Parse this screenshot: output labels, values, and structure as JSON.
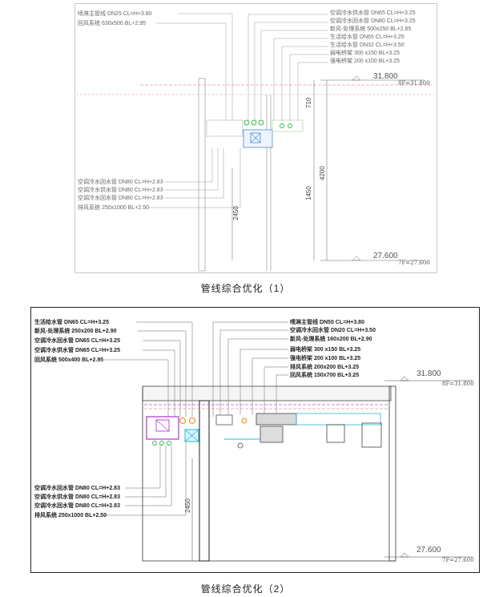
{
  "figure1": {
    "caption": "管线综合优化（1）",
    "labels_top_left": [
      "喷淋主管线 DN25 CL=H+3.80",
      "回风系统 630x500 BL+2.95"
    ],
    "labels_top_right": [
      "空调冷水供水管 DN65 CL=H+3.25",
      "空调冷水回水管 DN80 CL=H+3.25",
      "新风-处理系统 500x250 BL+2.85",
      "生活给水管 DN65 CL=H+3.25",
      "生活给水管 DN32 CL=H+3.50",
      "弱电桥架 300 x150 BL+3.25",
      "强电桥架 200 x100 BL+3.25"
    ],
    "labels_bottom_left": [
      "空调冷水回水管 DN80 CL=H+2.83",
      "空调冷水供水管 DN80 CL=H+2.83",
      "空调冷水回水管 DN80 CL=H+2.83",
      "排风系统 250x1000 BL+2.50"
    ],
    "level_top": "31.800",
    "level_top_tag": "8F=31.800",
    "level_bottom": "27.600",
    "level_bottom_tag": "7F=27.600",
    "dim_710": "710",
    "dim_1450": "1450",
    "dim_4200": "4200",
    "dim_2450": "2450"
  },
  "figure2": {
    "caption": "管线综合优化（2）",
    "labels_top_left": [
      "生活给水管 DN65 CL=H+3.25",
      "新风-处理系统 250x200 BL+2.90",
      "空调冷水回水管 DN65 CL=H+3.25",
      "空调冷水供水管 DN65 CL=H+3.25",
      "回风系统 500x400 BL+2.95"
    ],
    "labels_top_right": [
      "喷淋主管线 DN50 CL=H+3.80",
      "空调冷水回水管 DN20 CL=H+3.50",
      "新风-处理系统 160x200 BL+2.90",
      "弱电桥架 300 x150 BL+3.25",
      "强电桥架 200 x100 BL+3.25",
      "排风系统 200x200 BL+3.25",
      "回风系统 150x700 BL+3.25"
    ],
    "labels_bottom_left": [
      "空调冷水回水管 DN80 CL=H+2.83",
      "空调冷水供水管 DN80 CL=H+2.83",
      "空调冷水回水管 DN80 CL=H+2.83",
      "排风系统 250x1000 BL+2.50"
    ],
    "level_top": "31.800",
    "level_top_tag": "8F=31.800",
    "level_bottom": "27.600",
    "level_bottom_tag": "7F=27.600",
    "dim_2450": "2450"
  },
  "colors": {
    "pipe_green": "#2fb34a",
    "duct_purple": "#b84fd8",
    "cyan": "#27b8d6",
    "orange": "#e89a2c",
    "blue_line": "#4a90d9"
  }
}
